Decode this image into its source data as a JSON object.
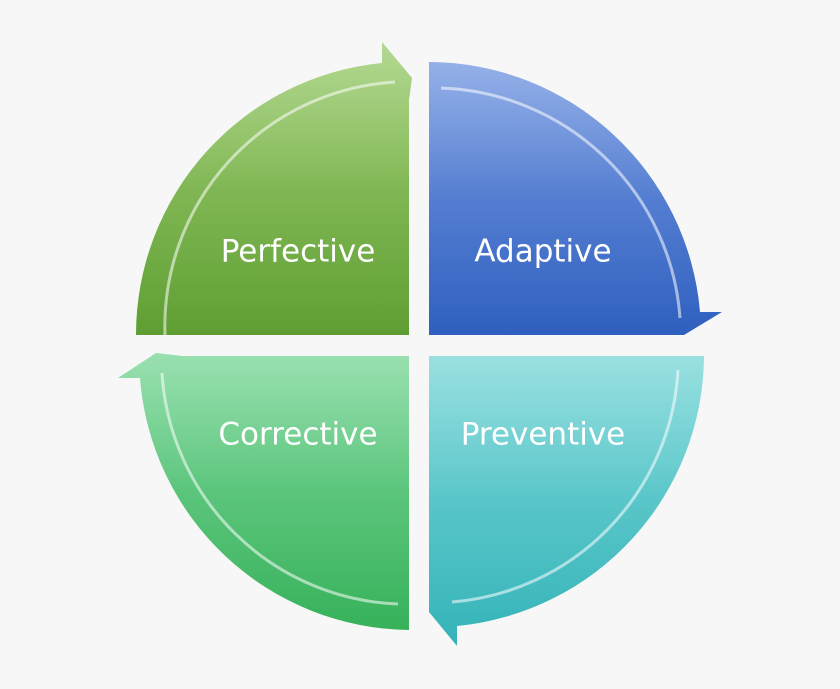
{
  "segments": [
    {
      "id": "perfective",
      "label": "Perfective",
      "color_light": "#8cc458",
      "color_dark": "#5f9e33"
    },
    {
      "id": "adaptive",
      "label": "Adaptive",
      "color_light": "#5b86db",
      "color_dark": "#2f5fbf"
    },
    {
      "id": "corrective",
      "label": "Corrective",
      "color_light": "#63cf86",
      "color_dark": "#37b15a"
    },
    {
      "id": "preventive",
      "label": "Preventive",
      "color_light": "#62cfd0",
      "color_dark": "#33b3b8"
    }
  ],
  "background": "#f7f7f7"
}
